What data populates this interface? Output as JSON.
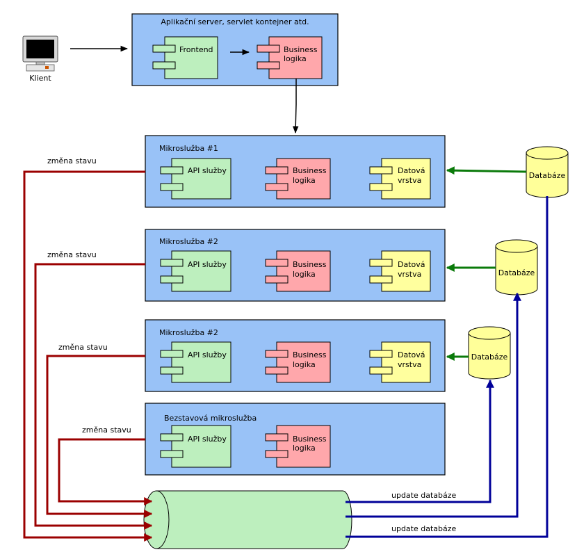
{
  "client": {
    "label": "Klient"
  },
  "app_server": {
    "title": "Aplikační server, servlet kontejner atd.",
    "frontend": "Frontend",
    "business": [
      "Business",
      "logika"
    ]
  },
  "services": [
    {
      "title": "Mikroslužba #1",
      "api": "API služby",
      "business": [
        "Business",
        "logika"
      ],
      "data": [
        "Datová",
        "vrstva"
      ],
      "state_change": "změna stavu"
    },
    {
      "title": "Mikroslužba #2",
      "api": "API služby",
      "business": [
        "Business",
        "logika"
      ],
      "data": [
        "Datová",
        "vrstva"
      ],
      "state_change": "změna stavu"
    },
    {
      "title": "Mikroslužba #2",
      "api": "API služby",
      "business": [
        "Business",
        "logika"
      ],
      "data": [
        "Datová",
        "vrstva"
      ],
      "state_change": "změna stavu"
    },
    {
      "title": "Bezstavová mikroslužba",
      "api": "API služby",
      "business": [
        "Business",
        "logika"
      ],
      "state_change": "změna stavu"
    }
  ],
  "databases": [
    "Databáze",
    "Databáze",
    "Databáze"
  ],
  "bus": {
    "update_label_1": "update databáze",
    "update_label_2": "update databáze"
  },
  "colors": {
    "panel_fill": "#99c2f7",
    "frontend_fill": "#bdefbe",
    "business_fill": "#ffa7ab",
    "data_fill": "#ffff9e",
    "db_fill": "#ffff99",
    "bus_fill": "#bdefbe",
    "state_arrow": "#9b0000",
    "db_update_arrow": "#000099",
    "db_read_arrow": "#0a7a0a"
  }
}
